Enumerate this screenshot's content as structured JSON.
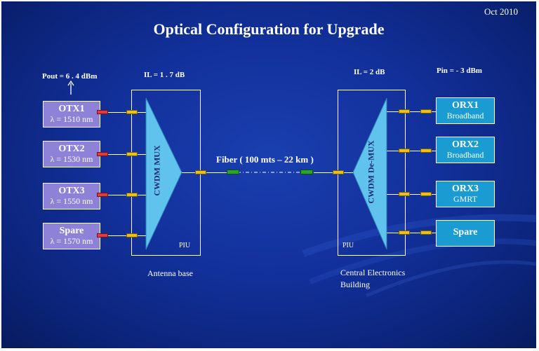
{
  "date": "Oct 2010",
  "title": "Optical Configuration for Upgrade",
  "pout": "Pout = 6 . 4 dBm",
  "il_left": "IL = 1 . 7 dB",
  "il_right": "IL = 2  dB",
  "pin": "Pin = - 3 dBm",
  "transmitters": [
    {
      "name": "OTX1",
      "wavelength": "λ = 1510 nm"
    },
    {
      "name": "OTX2",
      "wavelength": "λ = 1530 nm"
    },
    {
      "name": "OTX3",
      "wavelength": "λ = 1550 nm"
    },
    {
      "name": "Spare",
      "wavelength": "λ = 1570 nm"
    }
  ],
  "receivers": [
    {
      "name": "ORX1",
      "sub": "Broadband"
    },
    {
      "name": "ORX2",
      "sub": "Broadband"
    },
    {
      "name": "ORX3",
      "sub": "GMRT"
    },
    {
      "name": "Spare",
      "sub": ""
    }
  ],
  "mux_label": "CWDM MUX",
  "demux_label": "CWDM De-MUX",
  "piu_left": "PIU",
  "piu_right": "PIU",
  "fiber": "Fiber ( 100 mts – 22 km )",
  "antenna_base": "Antenna base",
  "ceb_line1": "Central Electronics",
  "ceb_line2": "Building",
  "colors": {
    "background": "#12309a",
    "transmitter": "#8e82d8",
    "receiver": "#1a9bd2",
    "mux": "#5fc3ee",
    "connector_yellow": "#e8c21a",
    "connector_red": "#e23a3a",
    "connector_green": "#2aa52a"
  }
}
